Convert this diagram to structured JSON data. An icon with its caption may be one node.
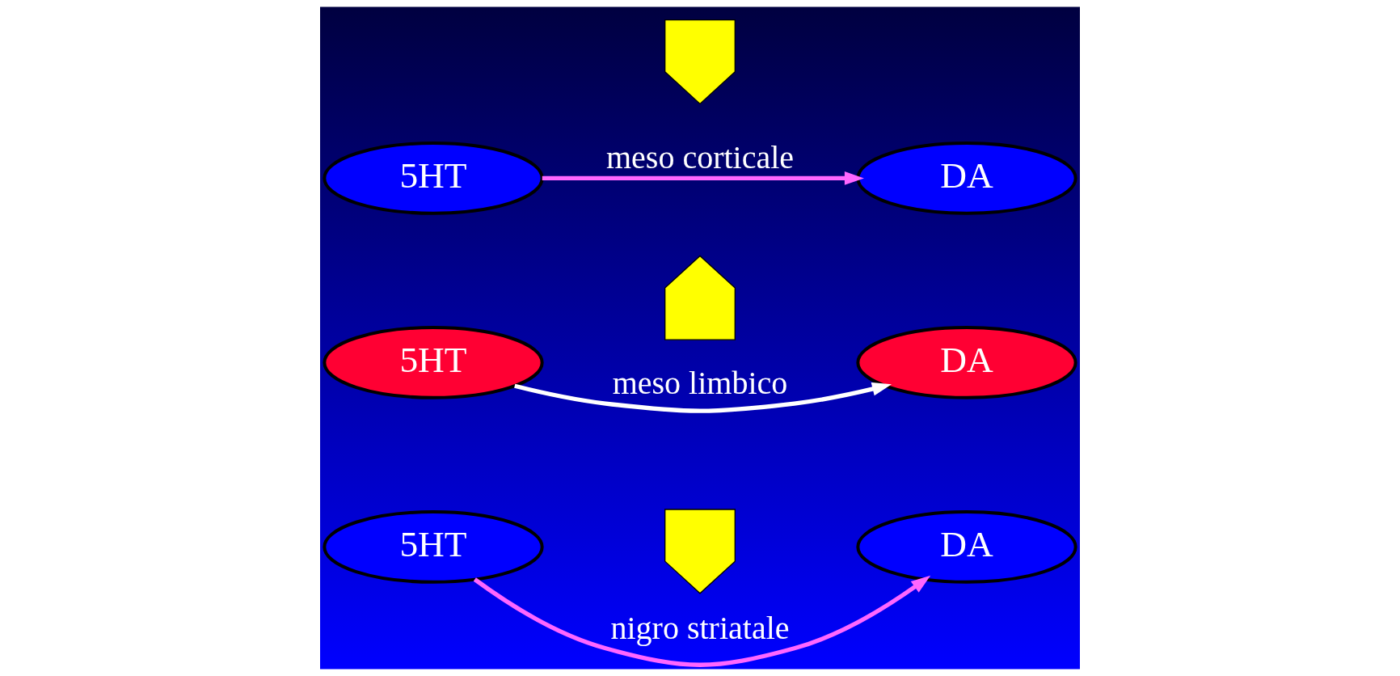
{
  "diagram": {
    "nodes": [
      {
        "text": [
          "5HT"
        ]
      },
      {
        "text": [],
        "shape": "arrow"
      },
      {
        "text": [
          "DA"
        ]
      },
      {
        "text": [
          "5HT"
        ]
      },
      {
        "text": [],
        "shape": "arrow"
      },
      {
        "text": [
          "DA"
        ]
      },
      {
        "text": [
          "5HT"
        ]
      },
      {
        "text": [],
        "shape": "arrow"
      },
      {
        "text": [
          "DA"
        ]
      }
    ],
    "edges": [
      {
        "from": 0,
        "to": 2,
        "arrow": "to",
        "label": "meso corticale",
        "color": "#ff66ff"
      },
      {
        "from": 3,
        "to": 5,
        "arrow": "to",
        "label": "meso limbico",
        "color": "#ffffff"
      },
      {
        "from": 6,
        "to": 8,
        "arrow": "to",
        "label": "nigro striatale",
        "color": "#ff66ff"
      }
    ]
  }
}
